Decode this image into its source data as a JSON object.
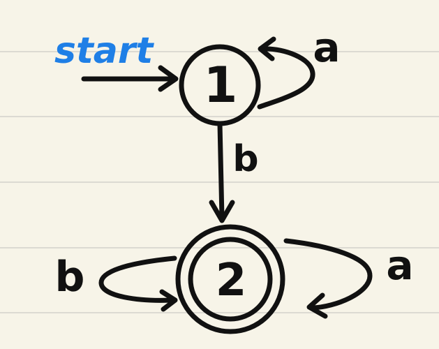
{
  "diagram": {
    "start_label": "start",
    "states": [
      {
        "id": "1",
        "label": "1",
        "accepting": false
      },
      {
        "id": "2",
        "label": "2",
        "accepting": true
      }
    ],
    "transitions": [
      {
        "from": "1",
        "to": "1",
        "label": "a"
      },
      {
        "from": "1",
        "to": "2",
        "label": "b"
      },
      {
        "from": "2",
        "to": "2",
        "label": "b"
      },
      {
        "from": "2",
        "to": "2",
        "label": "a"
      }
    ]
  },
  "colors": {
    "paper": "#f7f4e8",
    "rule_line": "#dcdad2",
    "ink": "#111111",
    "start_ink": "#1f7fe6"
  }
}
